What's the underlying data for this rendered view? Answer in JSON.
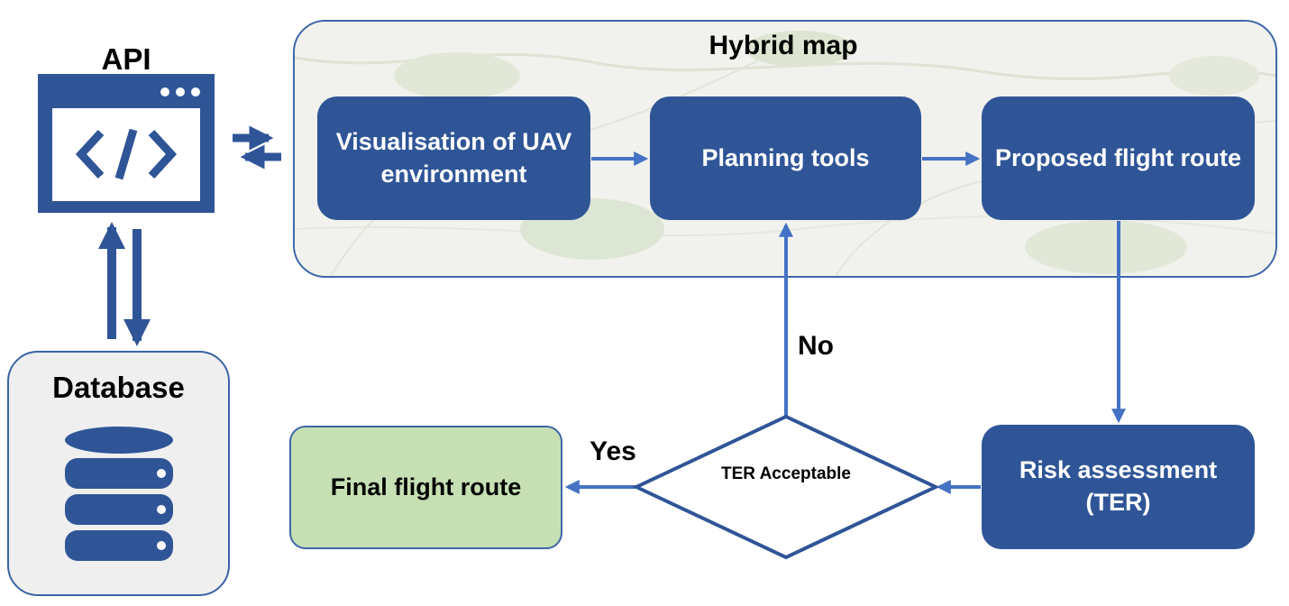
{
  "api": {
    "label": "API"
  },
  "database": {
    "label": "Database"
  },
  "hybrid_map": {
    "title": "Hybrid map"
  },
  "nodes": {
    "visualisation": "Visualisation of UAV environment",
    "planning": "Planning tools",
    "proposed": "Proposed flight route",
    "risk": "Risk assessment (TER)",
    "decision": "TER Acceptable",
    "final": "Final flight route"
  },
  "edges": {
    "no": "No",
    "yes": "Yes"
  },
  "icons": {
    "api": "code-window-icon",
    "database": "database-stack-icon",
    "exchange": "exchange-arrows-icon"
  },
  "colors": {
    "box": "#2f5597",
    "arrow": "#4472c4",
    "outline": "#3d67a8",
    "final_fill": "#c6e0b4",
    "db_panel": "#efeff0"
  }
}
